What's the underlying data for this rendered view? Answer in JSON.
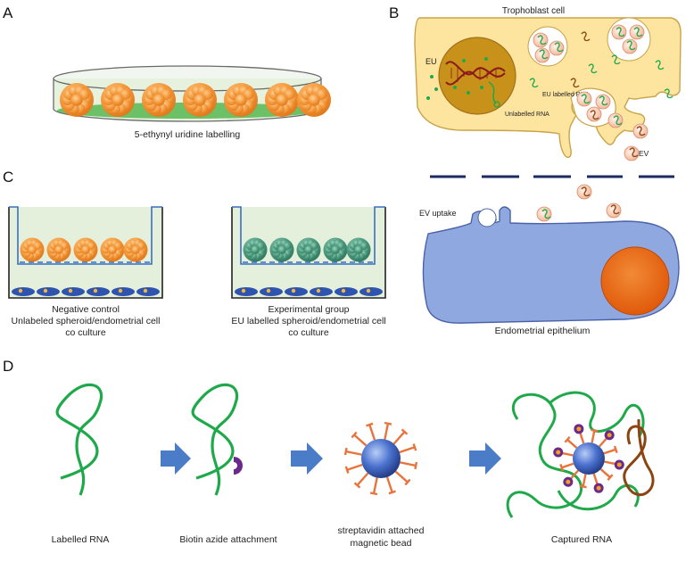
{
  "panels": {
    "a": {
      "letter": "A",
      "caption": "5-ethynyl uridine labelling"
    },
    "b": {
      "letter": "B",
      "cell_title": "Trophoblast cell",
      "eu": "EU",
      "eu_labelled_rna": "EU labelled RNA",
      "unlabelled_rna": "Unlabelled RNA",
      "ev": "EV",
      "ev_uptake": "EV uptake",
      "endometrial_title": "Endometrial epithelium"
    },
    "c": {
      "letter": "C",
      "left_line1": "Negative control",
      "left_line2": "Unlabeled spheroid/endometrial cell",
      "left_line3": "co culture",
      "right_line1": "Experimental group",
      "right_line2": "EU labelled spheroid/endometrial cell",
      "right_line3": "co culture"
    },
    "d": {
      "letter": "D",
      "step1": "Labelled RNA",
      "step2": "Biotin azide attachment",
      "step3_line1": "streptavidin attached",
      "step3_line2": "magnetic bead",
      "step4": "Captured RNA"
    }
  },
  "colors": {
    "spheroid_orange": "#f59a3c",
    "spheroid_green": "#4f9e82",
    "medium_green": "#d9ecd2",
    "trophoblast_fill": "#fde5a0",
    "nucleus_fill": "#c8911a",
    "endo_fill": "#8fa8e0",
    "endo_nucleus": "#e8620f",
    "rna_green": "#1fa94a",
    "rna_brown": "#8b4513",
    "arrow_blue": "#4a7cc7",
    "bead_blue": "#3a62c0",
    "linker_orange": "#e8743c",
    "biotin_purple": "#6a2a8c"
  }
}
